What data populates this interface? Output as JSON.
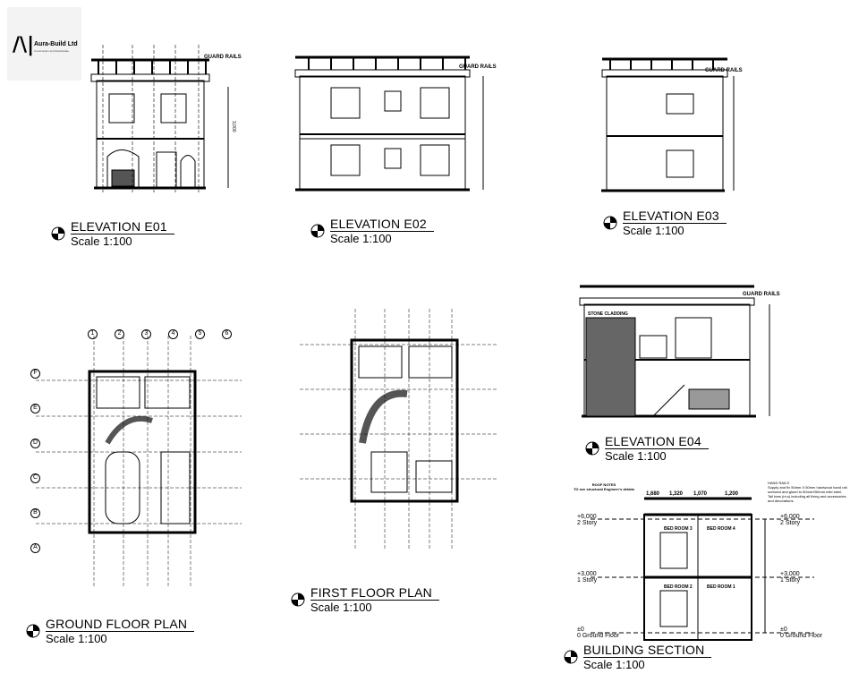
{
  "logo": {
    "company": "Aura-Build Ltd",
    "tagline": "Construction and Real Estate"
  },
  "drawings": {
    "e01": {
      "title": "ELEVATION E01",
      "scale": "Scale 1:100"
    },
    "e02": {
      "title": "ELEVATION E02",
      "scale": "Scale 1:100"
    },
    "e03": {
      "title": "ELEVATION E03",
      "scale": "Scale 1:100"
    },
    "e04": {
      "title": "ELEVATION  E04",
      "scale": "Scale 1:100"
    },
    "ground": {
      "title": "GROUND FLOOR PLAN",
      "scale": "Scale 1:100"
    },
    "first": {
      "title": "FIRST FLOOR PLAN",
      "scale": "Scale 1:100"
    },
    "section": {
      "title": "BUILDING SECTION",
      "scale": "Scale 1:100"
    }
  },
  "labels": {
    "guard_rails": "GUARD RAILS",
    "stone_cladding": "STONE CLADDING",
    "roof_notes": "ROOF NOTES",
    "roof_notes_text": "TO see structural Engineer's details",
    "hand_rails": "HAND RAILS",
    "hand_rails_text": "Supply and fix 50mm X 50mm hardwood hand rail screwed and glued to 50mmX50mm mild steel. Tail bars (m.s) including all fixing and accessories and decorations.",
    "bedroom_1": "BED ROOM 1",
    "bedroom_2": "BED ROOM 2",
    "bedroom_3": "BED ROOM 3",
    "bedroom_4": "BED ROOM 4"
  },
  "dimensions": {
    "spans": [
      "1,680",
      "1,320",
      "1,070",
      "1,200"
    ],
    "height": "3,000"
  },
  "grid": {
    "numbers": [
      "1",
      "2",
      "3",
      "4",
      "5",
      "6"
    ],
    "letters": [
      "A",
      "B",
      "C",
      "D",
      "E",
      "F"
    ]
  },
  "levels": [
    {
      "value": "+6,000",
      "name": "2 Story"
    },
    {
      "value": "+3,000",
      "name": "1 Story"
    },
    {
      "value": "±0",
      "name": "0 Ground Floor"
    }
  ]
}
